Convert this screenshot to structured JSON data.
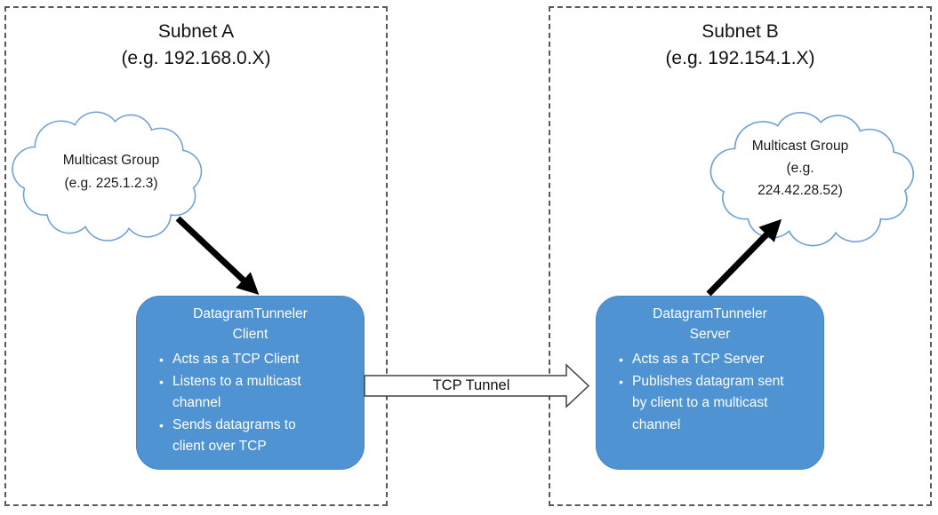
{
  "subnet_a": {
    "title_line1": "Subnet A",
    "title_line2": "(e.g. 192.168.0.X)"
  },
  "subnet_b": {
    "title_line1": "Subnet B",
    "title_line2": "(e.g. 192.154.1.X)"
  },
  "cloud_a": {
    "line1": "Multicast Group",
    "line2": "(e.g. 225.1.2.3)"
  },
  "cloud_b": {
    "line1": "Multicast Group",
    "line2": "(e.g.",
    "line3": "224.42.28.52)"
  },
  "client_node": {
    "title_line1": "DatagramTunneler",
    "title_line2": "Client",
    "bullets": [
      "Acts as a TCP Client",
      "Listens to a multicast channel",
      "Sends datagrams to client over TCP"
    ]
  },
  "server_node": {
    "title_line1": "DatagramTunneler",
    "title_line2": "Server",
    "bullets": [
      "Acts as a TCP Server",
      "Publishes datagram sent by client to a multicast channel"
    ]
  },
  "tunnel": {
    "label": "TCP Tunnel"
  },
  "colors": {
    "node_fill": "#4F93D2",
    "node_border": "#4486C6",
    "node_text": "#FFFFFF",
    "cloud_stroke": "#6FA0D8",
    "cloud_fill": "#FFFFFF",
    "boundary_dash": "#595959",
    "tunnel_fill": "#FFFFFF",
    "tunnel_stroke": "#404040",
    "arrow": "#000000",
    "text": "#111111"
  }
}
